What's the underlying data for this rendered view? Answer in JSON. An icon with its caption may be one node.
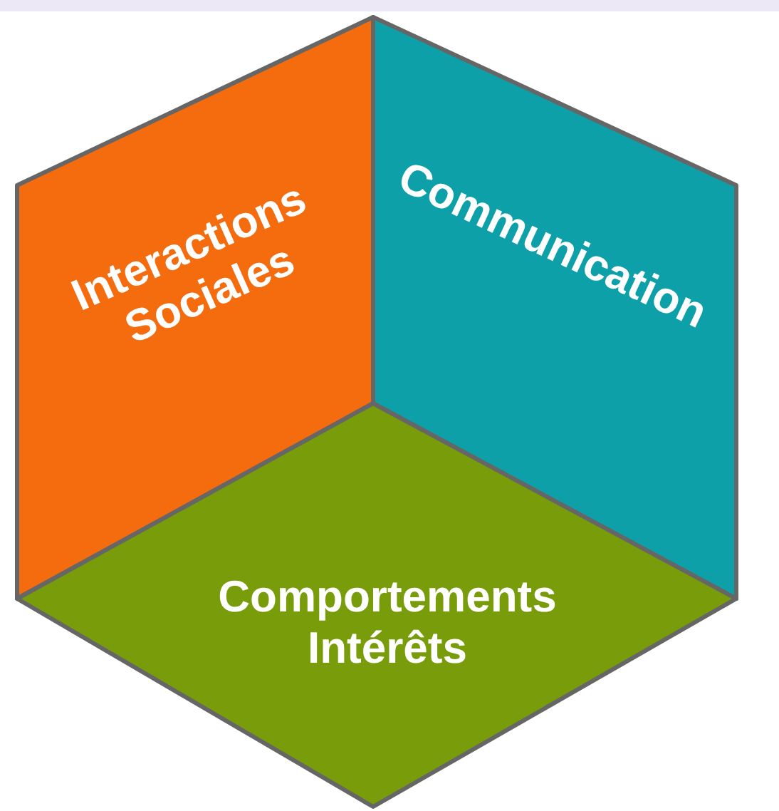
{
  "diagram": {
    "nodes": [
      {
        "text": [
          "Interactions Sociales"
        ]
      },
      {
        "text": [
          "Communication"
        ]
      },
      {
        "text": [
          "Comportements Intérêts"
        ]
      }
    ]
  }
}
